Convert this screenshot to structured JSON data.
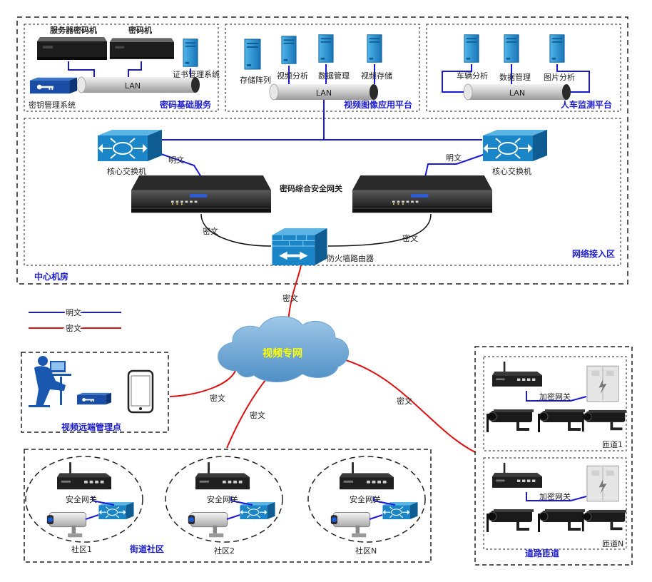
{
  "zones": {
    "center": "中心机房",
    "access": "网络接入区",
    "crypto": "密码基础服务",
    "video": "视频图像应用平台",
    "vehicle": "人车监测平台",
    "remote": "视频远端管理点",
    "street": "街道社区",
    "road": "道路匝道"
  },
  "crypto_panel": {
    "server_crypto": "服务器密码机",
    "crypto_machine": "密码机",
    "cert_mgmt": "证书管理系统",
    "key_mgmt": "密钥管理系统",
    "lan": "LAN"
  },
  "video_panel": {
    "storage_array": "存储阵列",
    "video_analysis": "视频分析",
    "data_mgmt": "数据管理",
    "video_storage": "视频存储",
    "lan": "LAN"
  },
  "vehicle_panel": {
    "car_analysis": "车辆分析",
    "data_mgmt": "数据管理",
    "image_analysis": "图片分析",
    "lan": "LAN"
  },
  "access_panel": {
    "core_switch_left": "核心交换机",
    "core_switch_right": "核心交换机",
    "gateway": "密码综合安全网关",
    "firewall": "防火墙路由器",
    "plain_left": "明文",
    "plain_right": "明文",
    "cipher_left": "密文",
    "cipher_right": "密文"
  },
  "legend": {
    "plain": "明文",
    "cipher": "密文",
    "plain_color": "#1a1ad6",
    "cipher_color": "#e01010"
  },
  "cloud": {
    "label": "视频专网"
  },
  "link_labels": {
    "top": "密文",
    "remote": "密文",
    "street": "密文",
    "road": "密文"
  },
  "communities": [
    {
      "gateway": "安全网关",
      "name": "社区1"
    },
    {
      "gateway": "安全网关",
      "name": "社区2"
    },
    {
      "gateway": "安全网关",
      "name": "社区N"
    }
  ],
  "ramps": [
    {
      "gateway": "加密网关",
      "name": "匝道1"
    },
    {
      "gateway": "加密网关",
      "name": "匝道N"
    }
  ]
}
